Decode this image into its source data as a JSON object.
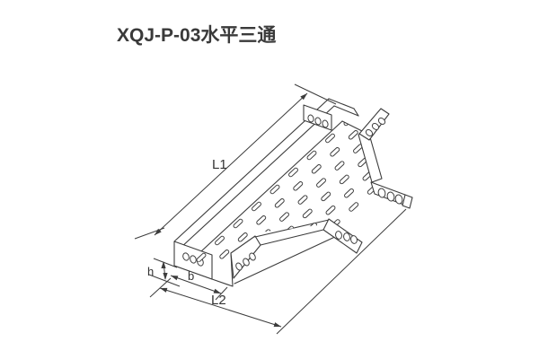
{
  "title": "XQJ-P-03水平三通",
  "drawing": {
    "type": "isometric technical line drawing of perforated cable tray horizontal tee",
    "line_color": "#3c3c3c",
    "background": "#ffffff",
    "dimensions": {
      "l1_label": "L1",
      "l2_label": "L2",
      "b_label": "b",
      "h_label": "h"
    }
  }
}
